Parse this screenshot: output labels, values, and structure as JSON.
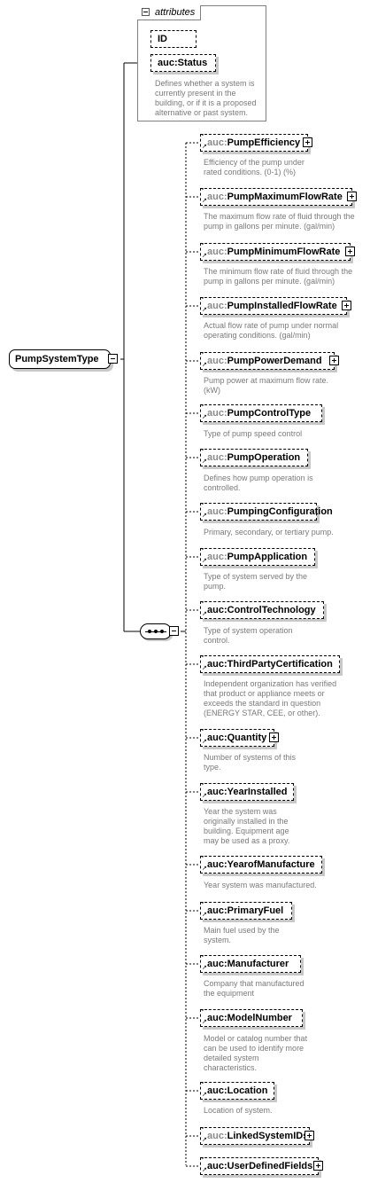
{
  "root": {
    "label": "PumpSystemType"
  },
  "attributes": {
    "title": "attributes",
    "items": [
      {
        "label": "ID",
        "description": ""
      },
      {
        "label": "auc:Status",
        "description": "Defines whether a system is currently present in the building, or if it is a proposed alternative or past system."
      }
    ]
  },
  "elements": [
    {
      "ns": "auc:",
      "name": "PumpEfficiency",
      "description": "Efficiency of the pump under rated conditions. (0-1) (%)",
      "expandable": true,
      "optional": true
    },
    {
      "ns": "auc:",
      "name": "PumpMaximumFlowRate",
      "description": "The maximum flow rate of fluid through the pump in gallons per minute. (gal/min)",
      "expandable": true,
      "optional": true
    },
    {
      "ns": "auc:",
      "name": "PumpMinimumFlowRate",
      "description": "The minimum flow rate of fluid through the pump in gallons per minute. (gal/min)",
      "expandable": true,
      "optional": true
    },
    {
      "ns": "auc:",
      "name": "PumpInstalledFlowRate",
      "description": "Actual flow rate of pump under normal operating conditions. (gal/min)",
      "expandable": true,
      "optional": true
    },
    {
      "ns": "auc:",
      "name": "PumpPowerDemand",
      "description": "Pump power at maximum flow rate. (kW)",
      "expandable": true,
      "optional": true
    },
    {
      "ns": "auc:",
      "name": "PumpControlType",
      "description": "Type of pump speed control",
      "expandable": false,
      "optional": true
    },
    {
      "ns": "auc:",
      "name": "PumpOperation",
      "description": "Defines how pump operation is controlled.",
      "expandable": false,
      "optional": true
    },
    {
      "ns": "auc:",
      "name": "PumpingConfiguration",
      "description": "Primary, secondary, or tertiary pump.",
      "expandable": false,
      "optional": true
    },
    {
      "ns": "auc:",
      "name": "PumpApplication",
      "description": "Type of system served by the pump.",
      "expandable": false,
      "optional": true
    },
    {
      "ns": "auc:",
      "name": "ControlTechnology",
      "description": "Type of system operation control.",
      "expandable": false,
      "optional": true
    },
    {
      "ns": "auc:",
      "name": "ThirdPartyCertification",
      "description": "Independent organization has verified that product or appliance meets or exceeds the standard in question (ENERGY STAR, CEE, or other).",
      "expandable": false,
      "optional": true
    },
    {
      "ns": "auc:",
      "name": "Quantity",
      "description": "Number of systems of this type.",
      "expandable": true,
      "optional": true
    },
    {
      "ns": "auc:",
      "name": "YearInstalled",
      "description": "Year the system was originally installed in the building. Equipment age may be used as a proxy.",
      "expandable": false,
      "optional": true
    },
    {
      "ns": "auc:",
      "name": "YearofManufacture",
      "description": "Year system was manufactured.",
      "expandable": false,
      "optional": true
    },
    {
      "ns": "auc:",
      "name": "PrimaryFuel",
      "description": "Main fuel used by the system.",
      "expandable": false,
      "optional": true
    },
    {
      "ns": "auc:",
      "name": "Manufacturer",
      "description": "Company that manufactured the equipment",
      "expandable": false,
      "optional": true
    },
    {
      "ns": "auc:",
      "name": "ModelNumber",
      "description": "Model or catalog number that can be used to identify more detailed system characteristics.",
      "expandable": false,
      "optional": true
    },
    {
      "ns": "auc:",
      "name": "Location",
      "description": "Location of system.",
      "expandable": false,
      "optional": true
    },
    {
      "ns": "auc:",
      "name": "LinkedSystemIDs",
      "description": "",
      "expandable": true,
      "optional": true
    },
    {
      "ns": "auc:",
      "name": "UserDefinedFields",
      "description": "",
      "expandable": true,
      "optional": true
    }
  ],
  "colors": {
    "namespace_gray": "#8a8a8a",
    "namespace_dark": "#000000",
    "description": "#7a7a7a",
    "shadow": "#c8c8c8"
  }
}
